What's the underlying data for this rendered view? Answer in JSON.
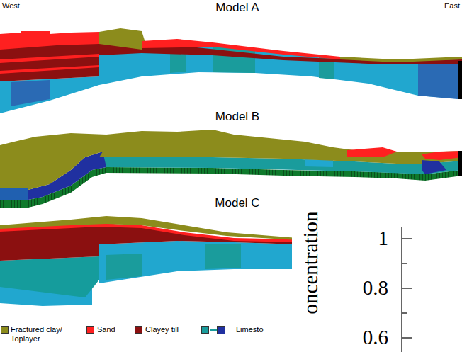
{
  "diagram": {
    "labels": [
      "West",
      "Model A",
      "East",
      "Model B",
      "Model C",
      "oncentration",
      "1",
      "0.8",
      "0.6"
    ],
    "legend": [
      {
        "text": "Fractured clay/ Toplayer",
        "color": "#8c8c1c"
      },
      {
        "text": "Sand",
        "color": "#ff2020"
      },
      {
        "text": "Clayey till",
        "color": "#8b1010"
      },
      {
        "text": "Limesto",
        "color": "#1a9c9c"
      }
    ]
  }
}
